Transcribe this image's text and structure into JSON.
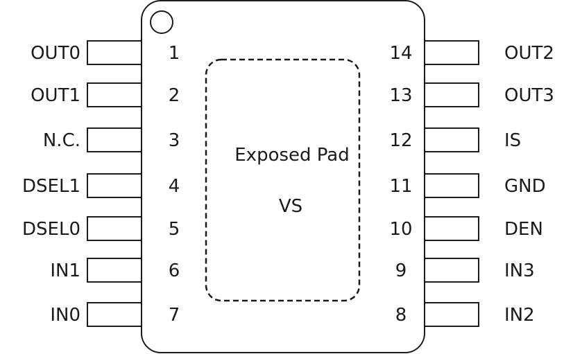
{
  "package": {
    "pad_title": "Exposed Pad",
    "pad_net": "VS"
  },
  "pins_left": [
    {
      "number": "1",
      "name": "OUT0"
    },
    {
      "number": "2",
      "name": "OUT1"
    },
    {
      "number": "3",
      "name": "N.C."
    },
    {
      "number": "4",
      "name": "DSEL1"
    },
    {
      "number": "5",
      "name": "DSEL0"
    },
    {
      "number": "6",
      "name": "IN1"
    },
    {
      "number": "7",
      "name": "IN0"
    }
  ],
  "pins_right": [
    {
      "number": "14",
      "name": "OUT2"
    },
    {
      "number": "13",
      "name": "OUT3"
    },
    {
      "number": "12",
      "name": "IS"
    },
    {
      "number": "11",
      "name": "GND"
    },
    {
      "number": "10",
      "name": "DEN"
    },
    {
      "number": "9",
      "name": "IN3"
    },
    {
      "number": "8",
      "name": "IN2"
    }
  ]
}
